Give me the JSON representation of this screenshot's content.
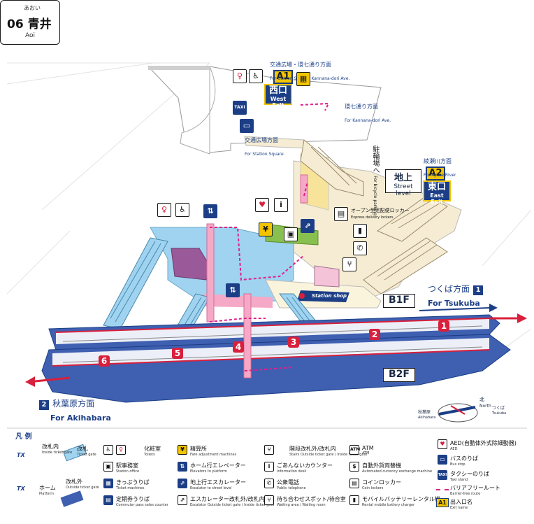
{
  "station": {
    "number": "06",
    "name_ja": "青井",
    "kana": "あおい",
    "name_en": "Aoi"
  },
  "exits": {
    "a1": {
      "badge": "A1",
      "ja": "西口",
      "en": "West Exit"
    },
    "a2": {
      "badge": "A2",
      "ja": "東口",
      "en": "East Exit"
    }
  },
  "directions": {
    "station_square_kannana": {
      "ja": "交通広場・環七通り方面",
      "en": "For Station Square, Kannana-dori Ave."
    },
    "kannana": {
      "ja": "環七通り方面",
      "en": "For Kannana-dori Ave."
    },
    "station_square": {
      "ja": "交通広場方面",
      "en": "For Station Square"
    },
    "ayase_river": {
      "ja": "綾瀬川方面",
      "en": "For Ayase River"
    },
    "bicycle_ja": "駐輪場へ",
    "bicycle_en": "For bicycle parking",
    "street_level": {
      "ja": "地上",
      "en": "Street level"
    },
    "tsukuba": {
      "platform": "1",
      "ja": "つくば方面",
      "en": "For Tsukuba"
    },
    "akihabara": {
      "platform": "2",
      "ja": "秋葉原方面",
      "en": "For Akihabara"
    }
  },
  "floors": {
    "b1": "B1F",
    "b2": "B2F"
  },
  "labels": {
    "station_shop": "Station shop",
    "lockers_ja": "オープン型宅配便ロッカー",
    "lockers_en": "Express delivery lockers",
    "taxi": "TAXI"
  },
  "platform_numbers": [
    "1",
    "2",
    "3",
    "4",
    "5",
    "6"
  ],
  "compass": {
    "north_ja": "北",
    "north_en": "North",
    "akihabara_ja": "秋葉原",
    "akihabara_en": "Akihabara",
    "tsukuba_ja": "つくば",
    "tsukuba_en": "Tsukuba"
  },
  "legend": {
    "title": "凡 例",
    "gate_inside": {
      "ja": "改札内",
      "en": "Inside ticket gate"
    },
    "gate": {
      "ja": "改札",
      "en": "Ticket gate"
    },
    "platform": {
      "ja": "ホーム",
      "en": "Platform"
    },
    "gate_outside": {
      "ja": "改札外",
      "en": "Outside ticket gate"
    },
    "toilets": {
      "ja": "化粧室",
      "en": "Toilets"
    },
    "station_office": {
      "ja": "駅事務室",
      "en": "Station office"
    },
    "ticket_machines": {
      "ja": "きっぷうりば",
      "en": "Ticket machines"
    },
    "commuter_pass": {
      "ja": "定期券うりば",
      "en": "Commuter pass sales counter"
    },
    "fare_adjust": {
      "ja": "精算所",
      "en": "Fare adjustment machines"
    },
    "elevators": {
      "ja": "ホーム行エレベーター",
      "en": "Elevators to platform"
    },
    "escalator_street": {
      "ja": "地上行エスカレーター",
      "en": "Escalator to street level"
    },
    "escalator_gate": {
      "ja": "エスカレーター改札外/改札内",
      "en": "Escalator Outside ticket gate / Inside ticket gate"
    },
    "stairs": {
      "ja": "階段改札外/改札内",
      "en": "Stairs Outside ticket gate / Inside ticket gate"
    },
    "info_desk": {
      "ja": "ごあんないカウンター",
      "en": "Information desk"
    },
    "telephone": {
      "ja": "公衆電話",
      "en": "Public telephone"
    },
    "waiting": {
      "ja": "待ち合わせスポット/待合室",
      "en": "Waiting area / Waiting room"
    },
    "atm": {
      "ja": "ATM",
      "en": "ATM"
    },
    "currency": {
      "ja": "自動外貨両替機",
      "en": "Automated currency exchange machine"
    },
    "coin_lockers": {
      "ja": "コインロッカー",
      "en": "Coin lockers"
    },
    "battery": {
      "ja": "モバイルバッテリーレンタル機",
      "en": "Rental mobile battery charger"
    },
    "aed": {
      "ja": "AED(自動体外式除細動器)",
      "en": "AED"
    },
    "bus": {
      "ja": "バスのりば",
      "en": "Bus stop"
    },
    "taxi": {
      "ja": "タクシーのりば",
      "en": "Taxi stand"
    },
    "barrier_free": {
      "ja": "バリアフリールート",
      "en": "Barrier-free route"
    },
    "exit_name": {
      "ja": "出入口名",
      "en": "Exit name",
      "badge": "A1"
    }
  },
  "colors": {
    "navy": "#1b3e86",
    "yellow": "#f2c500",
    "concourse_blue": "#9fd3ef",
    "street_cream": "#f5ecd3",
    "platform_blue": "#3f5fb0",
    "rail_red": "#d8203c",
    "route_pink": "#e0208a",
    "elevator_pink": "#f5a9c6",
    "office_purple": "#9a5a9a",
    "info_green": "#88c050"
  }
}
